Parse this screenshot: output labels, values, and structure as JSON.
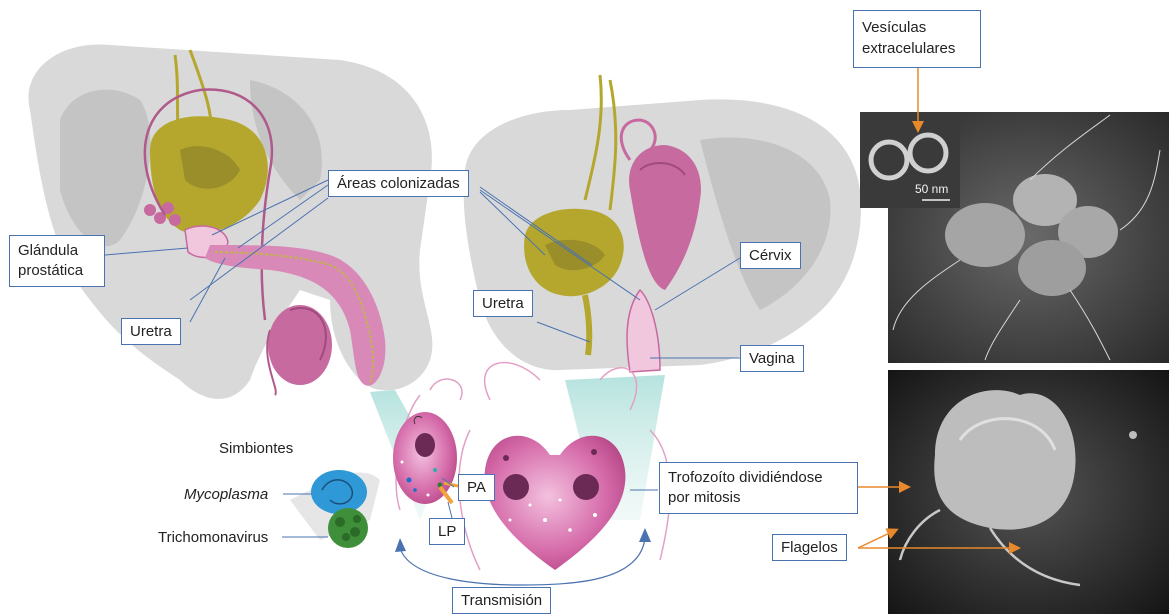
{
  "labels": {
    "vesiculas": "Vesículas\nextracelulares",
    "areas": "Áreas colonizadas",
    "glandula": "Glándula\nprostática",
    "uretra_m": "Uretra",
    "uretra_f": "Uretra",
    "cervix": "Cérvix",
    "vagina": "Vagina",
    "simbiontes": "Simbiontes",
    "mycoplasma": "Mycoplasma",
    "trichomonavirus": "Trichomonavirus",
    "pa": "PA",
    "lp": "LP",
    "trofozoito": "Trofozoíto dividiéndose\npor mitosis",
    "flagelos": "Flagelos",
    "transmision": "Transmisión",
    "scale": "50 nm"
  },
  "colors": {
    "label_border": "#4a72b0",
    "connector": "#4a72b0",
    "arrow_orange": "#e8892b",
    "anatomy_gray": "#cfcfcf",
    "bladder": "#b5a72e",
    "pink": "#c76aa0",
    "cell_pink": "#d45fa3",
    "teal": "#a9ddd8"
  }
}
